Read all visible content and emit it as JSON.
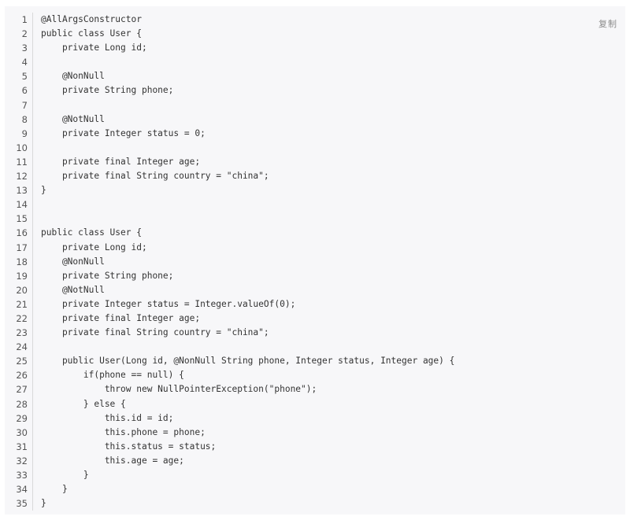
{
  "copy_label": "复制",
  "lines": [
    "@AllArgsConstructor",
    "public class User {",
    "    private Long id;",
    "",
    "    @NonNull",
    "    private String phone;",
    "",
    "    @NotNull",
    "    private Integer status = 0;",
    "",
    "    private final Integer age;",
    "    private final String country = \"china\";",
    "}",
    "",
    "",
    "public class User {",
    "    private Long id;",
    "    @NonNull",
    "    private String phone;",
    "    @NotNull",
    "    private Integer status = Integer.valueOf(0);",
    "    private final Integer age;",
    "    private final String country = \"china\";",
    "",
    "    public User(Long id, @NonNull String phone, Integer status, Integer age) {",
    "        if(phone == null) {",
    "            throw new NullPointerException(\"phone\");",
    "        } else {",
    "            this.id = id;",
    "            this.phone = phone;",
    "            this.status = status;",
    "            this.age = age;",
    "        }",
    "    }",
    "}"
  ]
}
